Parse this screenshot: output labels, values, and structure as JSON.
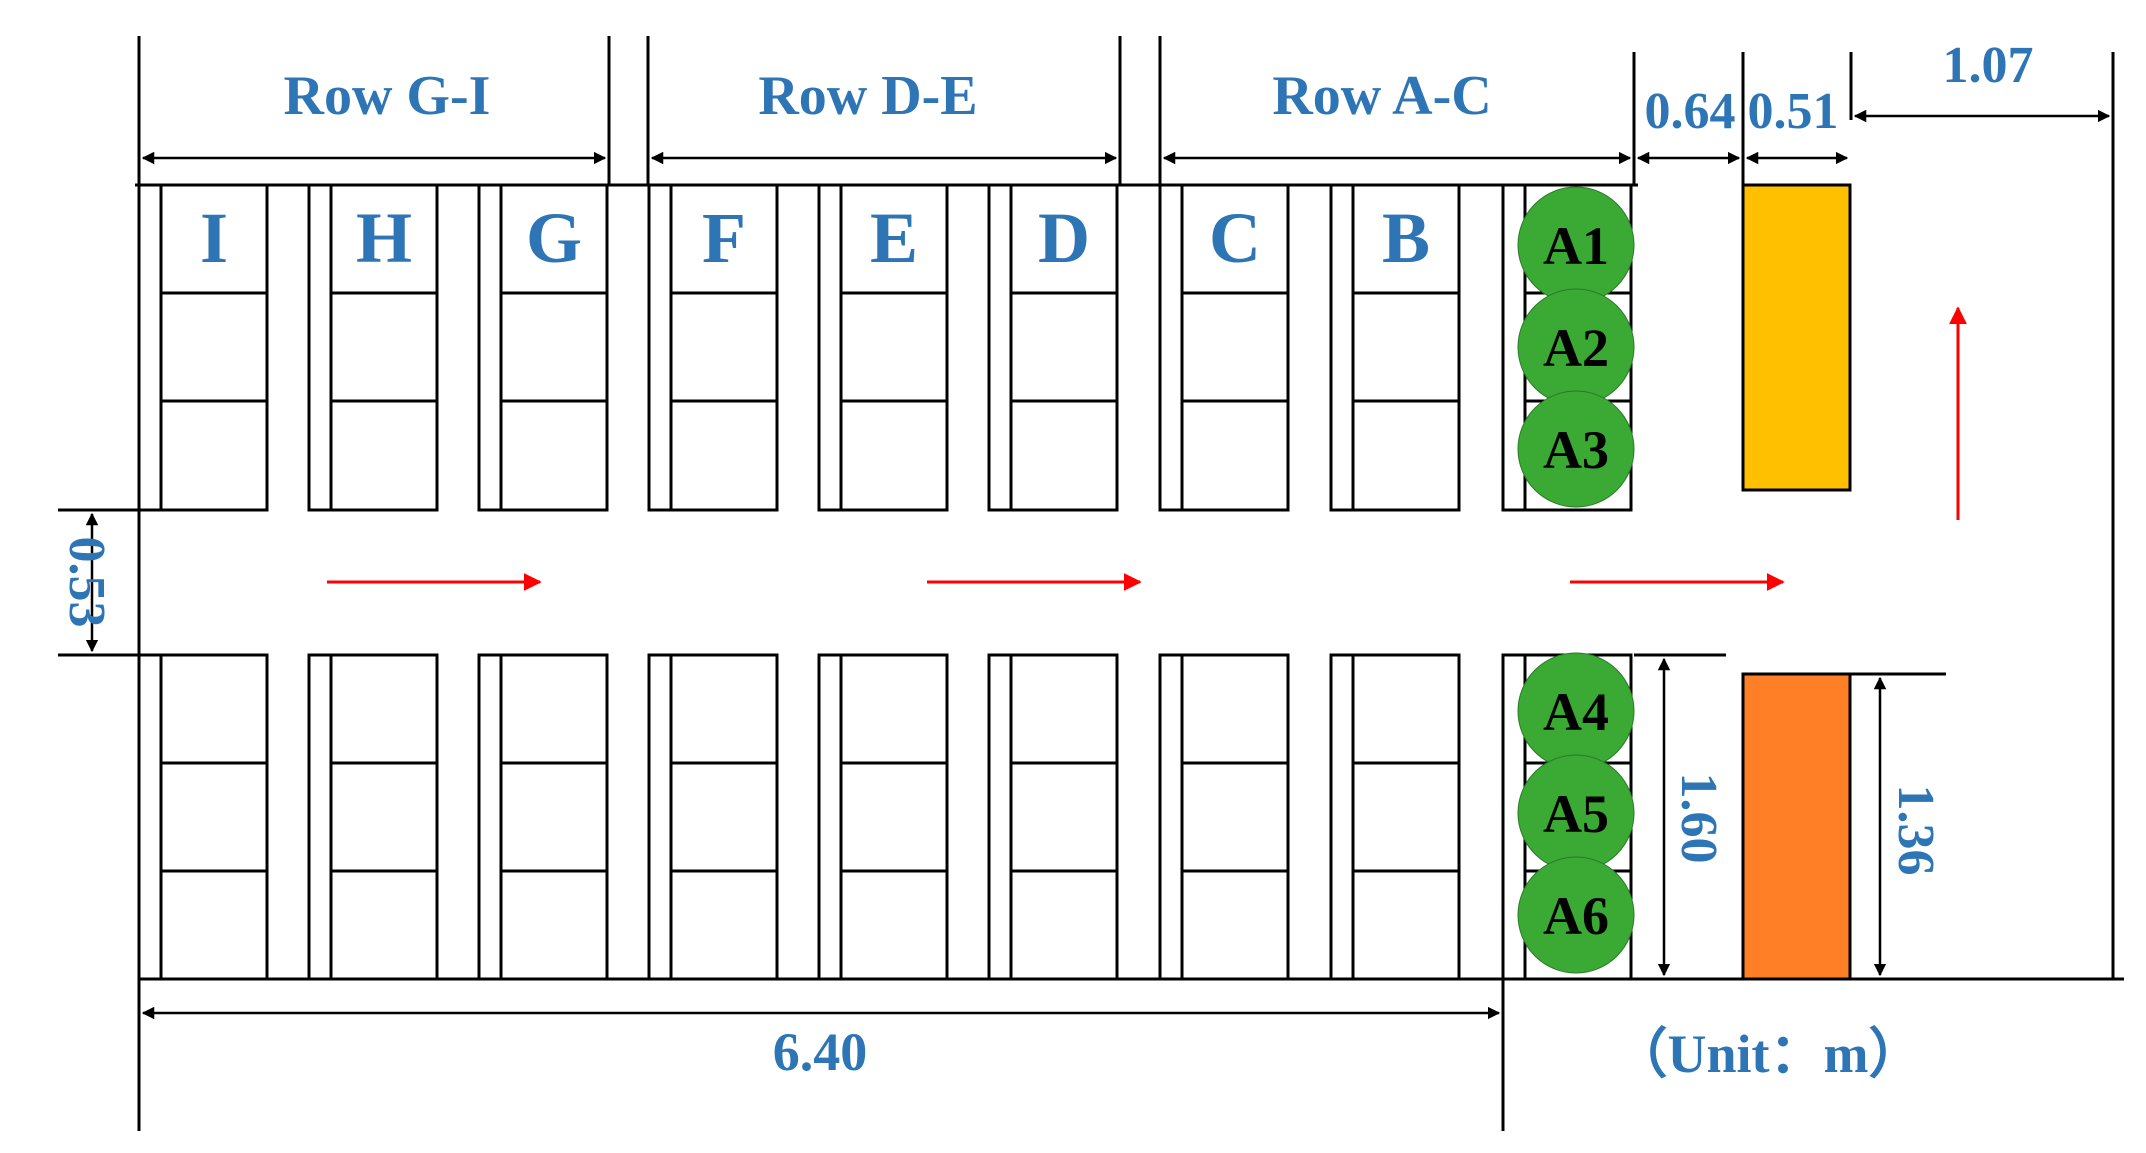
{
  "row_groups": [
    {
      "label": "Row G-I"
    },
    {
      "label": "Row D-E"
    },
    {
      "label": "Row A-C"
    }
  ],
  "shelf_letters": [
    "I",
    "H",
    "G",
    "F",
    "E",
    "D",
    "C",
    "B"
  ],
  "slots": {
    "top": [
      "A1",
      "A2",
      "A3"
    ],
    "bottom": [
      "A4",
      "A5",
      "A6"
    ]
  },
  "dimensions": {
    "total_length": "6.40",
    "aisle_width": "0.53",
    "gap_a": "0.64",
    "gap_b": "0.51",
    "right_clearance": "1.07",
    "bottom_height": "1.60",
    "block_height": "1.36"
  },
  "unit_label": "（Unit：m）",
  "colors": {
    "label_blue": "#2e75b6",
    "slot_green": "#3aaa35",
    "block_top": "#ffc000",
    "block_bottom": "#ff7f27",
    "flow_arrow": "#ff0000"
  }
}
